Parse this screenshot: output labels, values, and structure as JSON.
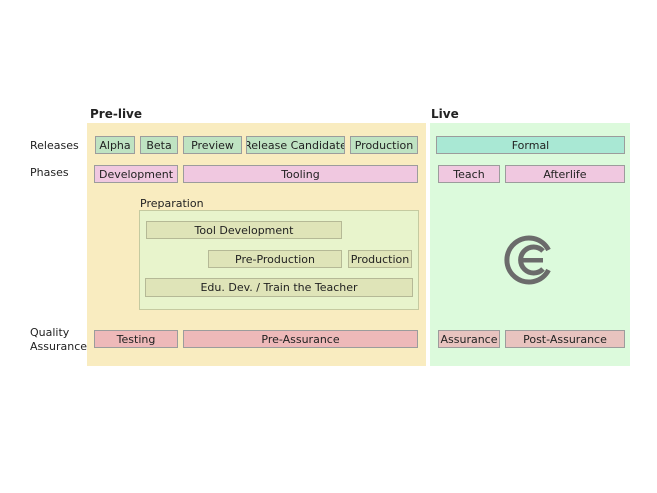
{
  "headings": {
    "pre_live": "Pre-live",
    "live": "Live"
  },
  "row_labels": {
    "releases": "Releases",
    "phases": "Phases",
    "quality_line1": "Quality",
    "quality_line2": "Assurance"
  },
  "releases": {
    "alpha": "Alpha",
    "beta": "Beta",
    "preview": "Preview",
    "release_candidate": "Release Candidate",
    "production": "Production",
    "formal": "Formal"
  },
  "phases": {
    "development": "Development",
    "tooling": "Tooling",
    "teach": "Teach",
    "afterlife": "Afterlife"
  },
  "preparation": {
    "label": "Preparation",
    "tool_development": "Tool Development",
    "pre_production": "Pre-Production",
    "production": "Production",
    "edu_dev": "Edu. Dev. / Train the Teacher"
  },
  "quality": {
    "testing": "Testing",
    "pre_assurance": "Pre-Assurance",
    "assurance": "Assurance",
    "post_assurance": "Post-Assurance"
  },
  "logo": {
    "icon": "ce-logo",
    "color": "#6b6b6b"
  },
  "colors": {
    "pre_live_bg": "#f9ecc0",
    "live_bg": "#dcfadc",
    "release_box": "#bfe3c2",
    "formal_box": "#a9e8d4",
    "phase_box": "#f0c8e0",
    "prep_box": "#dfe4b8",
    "qa_box": "#eeb9b9"
  }
}
